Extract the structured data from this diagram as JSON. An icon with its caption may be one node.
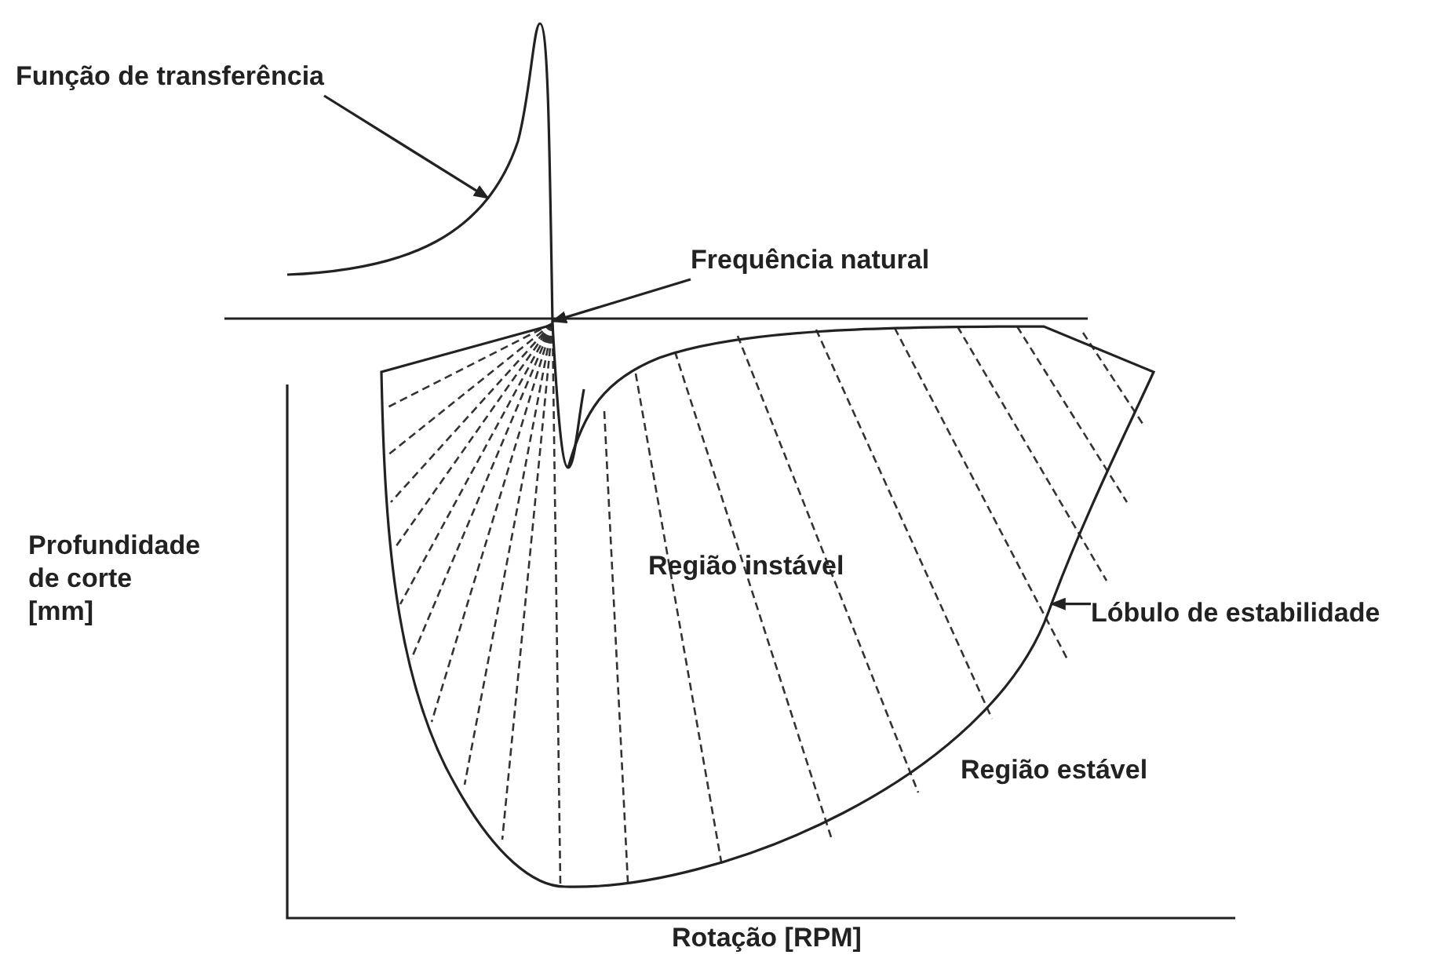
{
  "diagram": {
    "nodes": [
      {
        "text": [
          "Função de transferência"
        ]
      },
      {
        "text": [],
        "shape": "curve"
      },
      {
        "text": [
          "Frequência natural"
        ]
      },
      {
        "text": [],
        "shape": "curve"
      },
      {
        "text": [
          "Lóbulo de estabilidade"
        ]
      }
    ],
    "edges": [
      {
        "from": 0,
        "to": 1,
        "arrow": "to"
      },
      {
        "from": 2,
        "to": 1,
        "arrow": "to"
      },
      {
        "from": 4,
        "to": 3,
        "arrow": "to"
      }
    ],
    "labels": [
      "Profundidade de corte [mm]",
      "Região instável",
      "Região estável",
      "Rotação [RPM]"
    ]
  }
}
